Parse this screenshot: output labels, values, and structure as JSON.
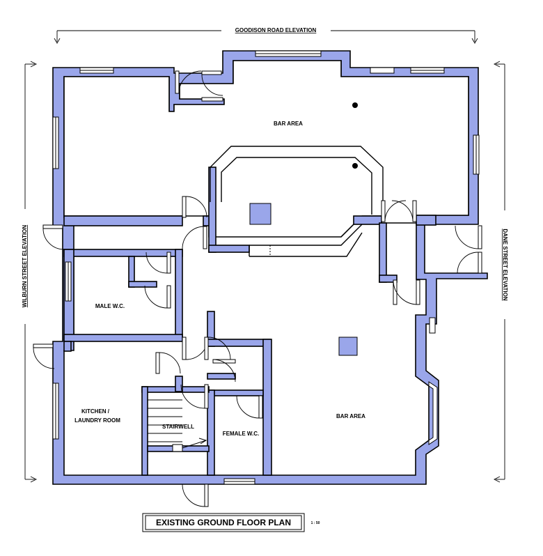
{
  "elevations": {
    "top": "GOODISON ROAD ELEVATION",
    "left": "WILBURN STREET ELEVATION",
    "right": "DANE STREET ELEVATION"
  },
  "rooms": {
    "bar_area_upper": "BAR AREA",
    "bar_area_lower": "BAR AREA",
    "male_wc": "MALE W.C.",
    "kitchen_line1": "KITCHEN /",
    "kitchen_line2": "LAUNDRY ROOM",
    "stairwell": "STAIRWELL",
    "female_wc": "FEMALE W.C."
  },
  "title_block": {
    "title": "EXISTING GROUND FLOOR PLAN",
    "scale": "1 : 50"
  },
  "colors": {
    "wall_fill": "#9aa6ea",
    "line": "#000000",
    "background": "#ffffff"
  }
}
